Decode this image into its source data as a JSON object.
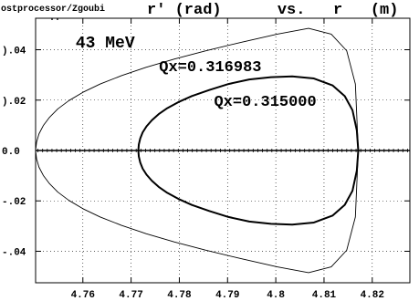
{
  "header": {
    "source_label": "ostprocessor/Zgoubi",
    "dots": ".."
  },
  "chart_data": {
    "type": "line",
    "title": "r' (rad)      vs.   r   (m)",
    "xlabel": "",
    "ylabel": "",
    "xlim": [
      4.7502,
      4.8278
    ],
    "ylim": [
      -0.0525,
      0.0525
    ],
    "x_ticks": [
      4.76,
      4.77,
      4.78,
      4.79,
      4.8,
      4.81,
      4.82
    ],
    "x_tick_labels": [
      "4.76",
      "4.77",
      "4.78",
      "4.79",
      "4.8",
      "4.81",
      "4.82"
    ],
    "y_ticks": [
      0.04,
      0.02,
      0.0,
      -0.02,
      -0.04
    ],
    "y_tick_labels": [
      ").04",
      ").02",
      "0.0",
      "-.02",
      "-.04"
    ],
    "grid": true,
    "annotations": [
      {
        "text": "43 MeV",
        "x": 4.7585,
        "y": 0.041
      },
      {
        "text": "Qx=0.316983",
        "x": 4.7758,
        "y": 0.0315
      },
      {
        "text": "Qx=0.315000",
        "x": 4.7872,
        "y": 0.0178
      }
    ],
    "series": [
      {
        "stroke_width": 0.9,
        "x": [
          4.7502,
          4.7504,
          4.7509,
          4.7518,
          4.7531,
          4.7548,
          4.7571,
          4.76,
          4.7636,
          4.768,
          4.7731,
          4.779,
          4.7855,
          4.7927,
          4.8003,
          4.8068,
          4.8115,
          4.8147,
          4.8165,
          4.8171,
          4.8165,
          4.8147,
          4.8115,
          4.8068,
          4.8003,
          4.7927,
          4.7855,
          4.779,
          4.7731,
          4.768,
          4.7636,
          4.76,
          4.7571,
          4.7548,
          4.7531,
          4.7518,
          4.7509,
          4.7504,
          4.7502
        ],
        "y": [
          0.0,
          0.0033,
          0.0066,
          0.0099,
          0.0132,
          0.0165,
          0.0198,
          0.0231,
          0.0264,
          0.0297,
          0.033,
          0.0363,
          0.0396,
          0.0429,
          0.0462,
          0.0485,
          0.0462,
          0.0396,
          0.0264,
          0.0,
          -0.0264,
          -0.0396,
          -0.0462,
          -0.0485,
          -0.0462,
          -0.0429,
          -0.0396,
          -0.0363,
          -0.033,
          -0.0297,
          -0.0264,
          -0.0231,
          -0.0198,
          -0.0165,
          -0.0132,
          -0.0099,
          -0.0066,
          -0.0033,
          0.0
        ]
      },
      {
        "stroke_width": 2,
        "x": [
          4.7715,
          4.7716,
          4.7719,
          4.7724,
          4.7732,
          4.7743,
          4.7757,
          4.7775,
          4.7798,
          4.7826,
          4.7862,
          4.7902,
          4.7945,
          4.799,
          4.8034,
          4.8079,
          4.8118,
          4.8143,
          4.8159,
          4.8168,
          4.8171,
          4.8168,
          4.8159,
          4.8143,
          4.8118,
          4.8079,
          4.8034,
          4.799,
          4.7945,
          4.7902,
          4.7862,
          4.7826,
          4.7798,
          4.7775,
          4.7757,
          4.7743,
          4.7732,
          4.7724,
          4.7719,
          4.7716,
          4.7715
        ],
        "y": [
          0.0,
          0.0024,
          0.0048,
          0.0072,
          0.0096,
          0.012,
          0.0144,
          0.0168,
          0.0192,
          0.0216,
          0.024,
          0.0264,
          0.0282,
          0.0291,
          0.0294,
          0.0286,
          0.0258,
          0.0216,
          0.016,
          0.008,
          0.0,
          -0.008,
          -0.016,
          -0.0216,
          -0.0258,
          -0.0286,
          -0.0294,
          -0.0291,
          -0.0282,
          -0.0264,
          -0.024,
          -0.0216,
          -0.0192,
          -0.0168,
          -0.0144,
          -0.012,
          -0.0096,
          -0.0072,
          -0.0048,
          -0.0024,
          0.0
        ]
      }
    ]
  }
}
